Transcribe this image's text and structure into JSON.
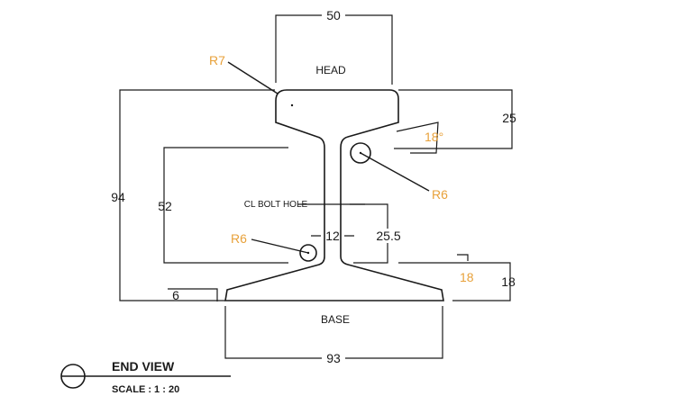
{
  "colors": {
    "ink": "#1a1a1a",
    "annotation": "#e8a13a",
    "background": "#ffffff"
  },
  "labels": {
    "head": "HEAD",
    "base": "BASE",
    "bolt_hole": "CL BOLT HOLE"
  },
  "dimensions": {
    "head_width": "50",
    "overall_height": "94",
    "head_depth": "25",
    "web_height": "52",
    "web_thickness": "12",
    "bolt_hole_height": "25.5",
    "base_depth": "18",
    "base_edge": "6",
    "base_width": "93"
  },
  "annotations": {
    "head_radius": "R7",
    "head_angle": "18°",
    "fillet_upper": "R6",
    "fillet_lower": "R6",
    "base_angle": "18"
  },
  "title_block": {
    "view": "END VIEW",
    "scale": "SCALE : 1 : 20"
  }
}
